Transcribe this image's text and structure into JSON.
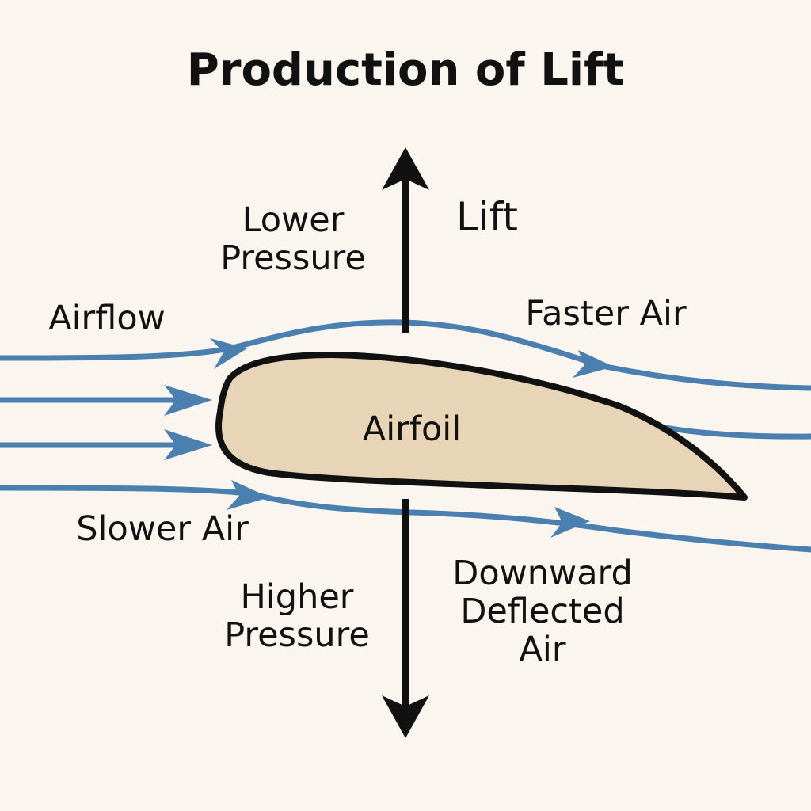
{
  "title": "Production of Lift",
  "labels": {
    "lift": "Lift",
    "lower_pressure_line1": "Lower",
    "lower_pressure_line2": "Pressure",
    "airflow": "Airflow",
    "faster_air": "Faster Air",
    "airfoil": "Airfoil",
    "slower_air": "Slower Air",
    "higher_pressure_line1": "Higher",
    "higher_pressure_line2": "Pressure",
    "downward_line1": "Downward",
    "downward_line2": "Deflected",
    "downward_line3": "Air"
  },
  "colors": {
    "background": "#faf6ef",
    "airflow": "#4a7fb0",
    "airfoil_fill": "#e8d5b7",
    "outline": "#111111"
  },
  "icons": {
    "lift_arrow": "arrow-up",
    "downward_arrow": "arrow-down",
    "flow_arrow": "arrowhead-right"
  }
}
